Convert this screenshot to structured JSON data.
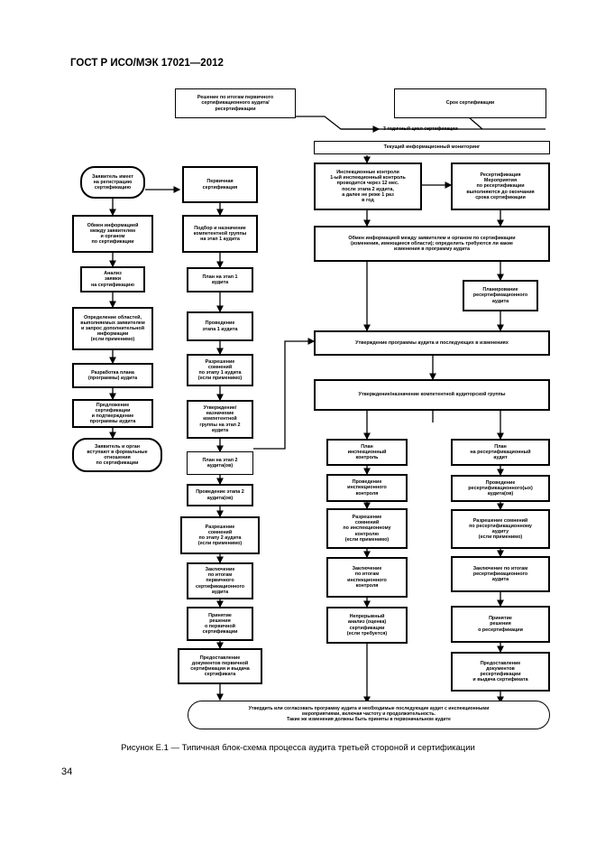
{
  "header": {
    "title": "ГОСТ Р ИСО/МЭК 17021—2012"
  },
  "page_number": "34",
  "caption": "Рисунок Е.1 — Типичная блок-схема процесса аудита третьей стороной и сертификации",
  "flow": {
    "top_left": "Решение по итогам первичного\nсертификационного аудита/\nресертификации",
    "top_right": "Срок сертификации",
    "cycle_label": "3-годичный цикл сертификации",
    "cycle_box": "Текущий информационный мониторинг",
    "c1": [
      "Заявитель имеет\nна регистрацию\nсертификацию",
      "Обмен информацией\nмежду заявителем\nи органом\nпо сертификации",
      "Анализ\nзаявки\nна сертификацию",
      "Определение областей,\nвыполняемых заявителем\nи запрос дополнительной\nинформации\n(если применимо)",
      "Разработка плана\n(программы) аудита",
      "Предложение\nсертификации\nи подтверждение\nпрограммы аудита",
      "Заявитель и орган\nвступают в формальные\nотношения\nпо сертификации"
    ],
    "c2": [
      "Первичная\nсертификация",
      "Подбор и назначение\nкомпетентной группы\nна этап 1 аудита",
      "План на этап 1\nаудита",
      "Проведение\nэтапа 1 аудита",
      "Разрешение\nсомнений\nпо этапу 1 аудита\n(если применимо)",
      "Утверждение/\nназначение\nкомпетентной\nгруппы на этап 2\nаудита",
      "План на этап 2\nаудита(ов)",
      "Проведение этапа 2\nаудита(ов)",
      "Разрешение\nсомнений\nпо этапу 2 аудита\n(если применимо)",
      "Заключение\nпо итогам\nпервичного\nсертификационного\nаудита",
      "Принятие\nрешения\nо первичной\nсертификации",
      "Предоставление\nдокументов первичной\nсертификации и выдача\nсертификата"
    ],
    "c3_top": "Инспекционные контроли\n1-ый инспекционный контроль\nпроводится через 12 мес.\nпосле этапа 2 аудита,\nа далее не реже 1 раз\nв год",
    "c4_top": "Ресертификация\nМероприятия\nпо ресертификации\nвыполняются до окончания\nсрока сертификации",
    "exchange": "Обмен информацией между заявителем и органом по сертификации\n(изменения, имеющиеся области); определить требуются ли какие\nизменения в программу аудита",
    "planning_recert": "Планирование\nресертификационного\nаудита",
    "update_program": "Утверждение программы аудита и последующих в изменениях",
    "team_select": "Утверждение/назначение компетентной аудиторской группы",
    "c3": [
      "План\nинспекционный\nконтроль",
      "Проведение\nинспекционного\nконтроля",
      "Разрешение\nсомнений\nпо инспекционному\nконтролю\n(если применимо)",
      "Заключение\nпо итогам\nинспекционного\nконтроля",
      "Непрерывный\nанализ (оценка)\nсертификации\n(если требуется)"
    ],
    "c4": [
      "План\nна ресертификационный\nаудит",
      "Проведение\nресертификационного(ых)\nаудита(ов)",
      "Разрешение сомнений\nпо ресертификационному\nаудиту\n(если применимо)",
      "Заключение по итогам\nресертификационного\nаудита",
      "Принятие\nрешения\nо ресертификации",
      "Предоставление\nдокументов\nресертификации\nи выдача сертификата"
    ],
    "bottom": "Утвердить или согласовать программу аудита и необходимые последующие аудит с инспекционными\nмероприятиями, включая частоту и продолжительность.\nТакие же изменения должны быть приняты в первоначальном аудите"
  }
}
